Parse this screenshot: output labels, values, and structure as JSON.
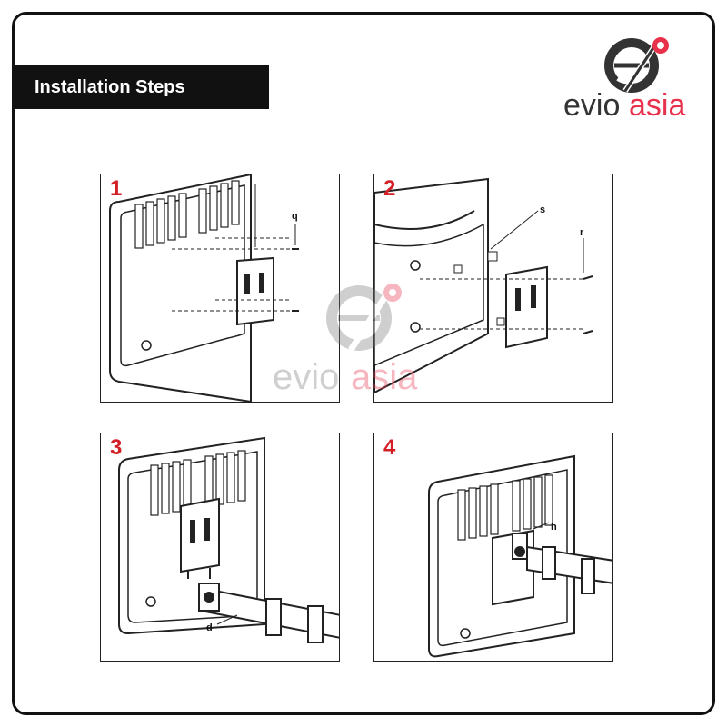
{
  "banner": {
    "title": "Installation Steps"
  },
  "brand": {
    "name_part1": "evio",
    "name_part2": "asia",
    "dark_color": "#333333",
    "accent_color": "#e8314a"
  },
  "watermark": {
    "name_part1": "evio",
    "name_part2": "asia"
  },
  "steps": [
    {
      "number": "1",
      "callouts": [
        "q"
      ]
    },
    {
      "number": "2",
      "callouts": [
        "s",
        "r"
      ]
    },
    {
      "number": "3",
      "callouts": [
        "d"
      ]
    },
    {
      "number": "4",
      "callouts": [
        "h"
      ]
    }
  ],
  "colors": {
    "step_number": "#d32027",
    "banner_bg": "#111111",
    "banner_text": "#ffffff"
  }
}
